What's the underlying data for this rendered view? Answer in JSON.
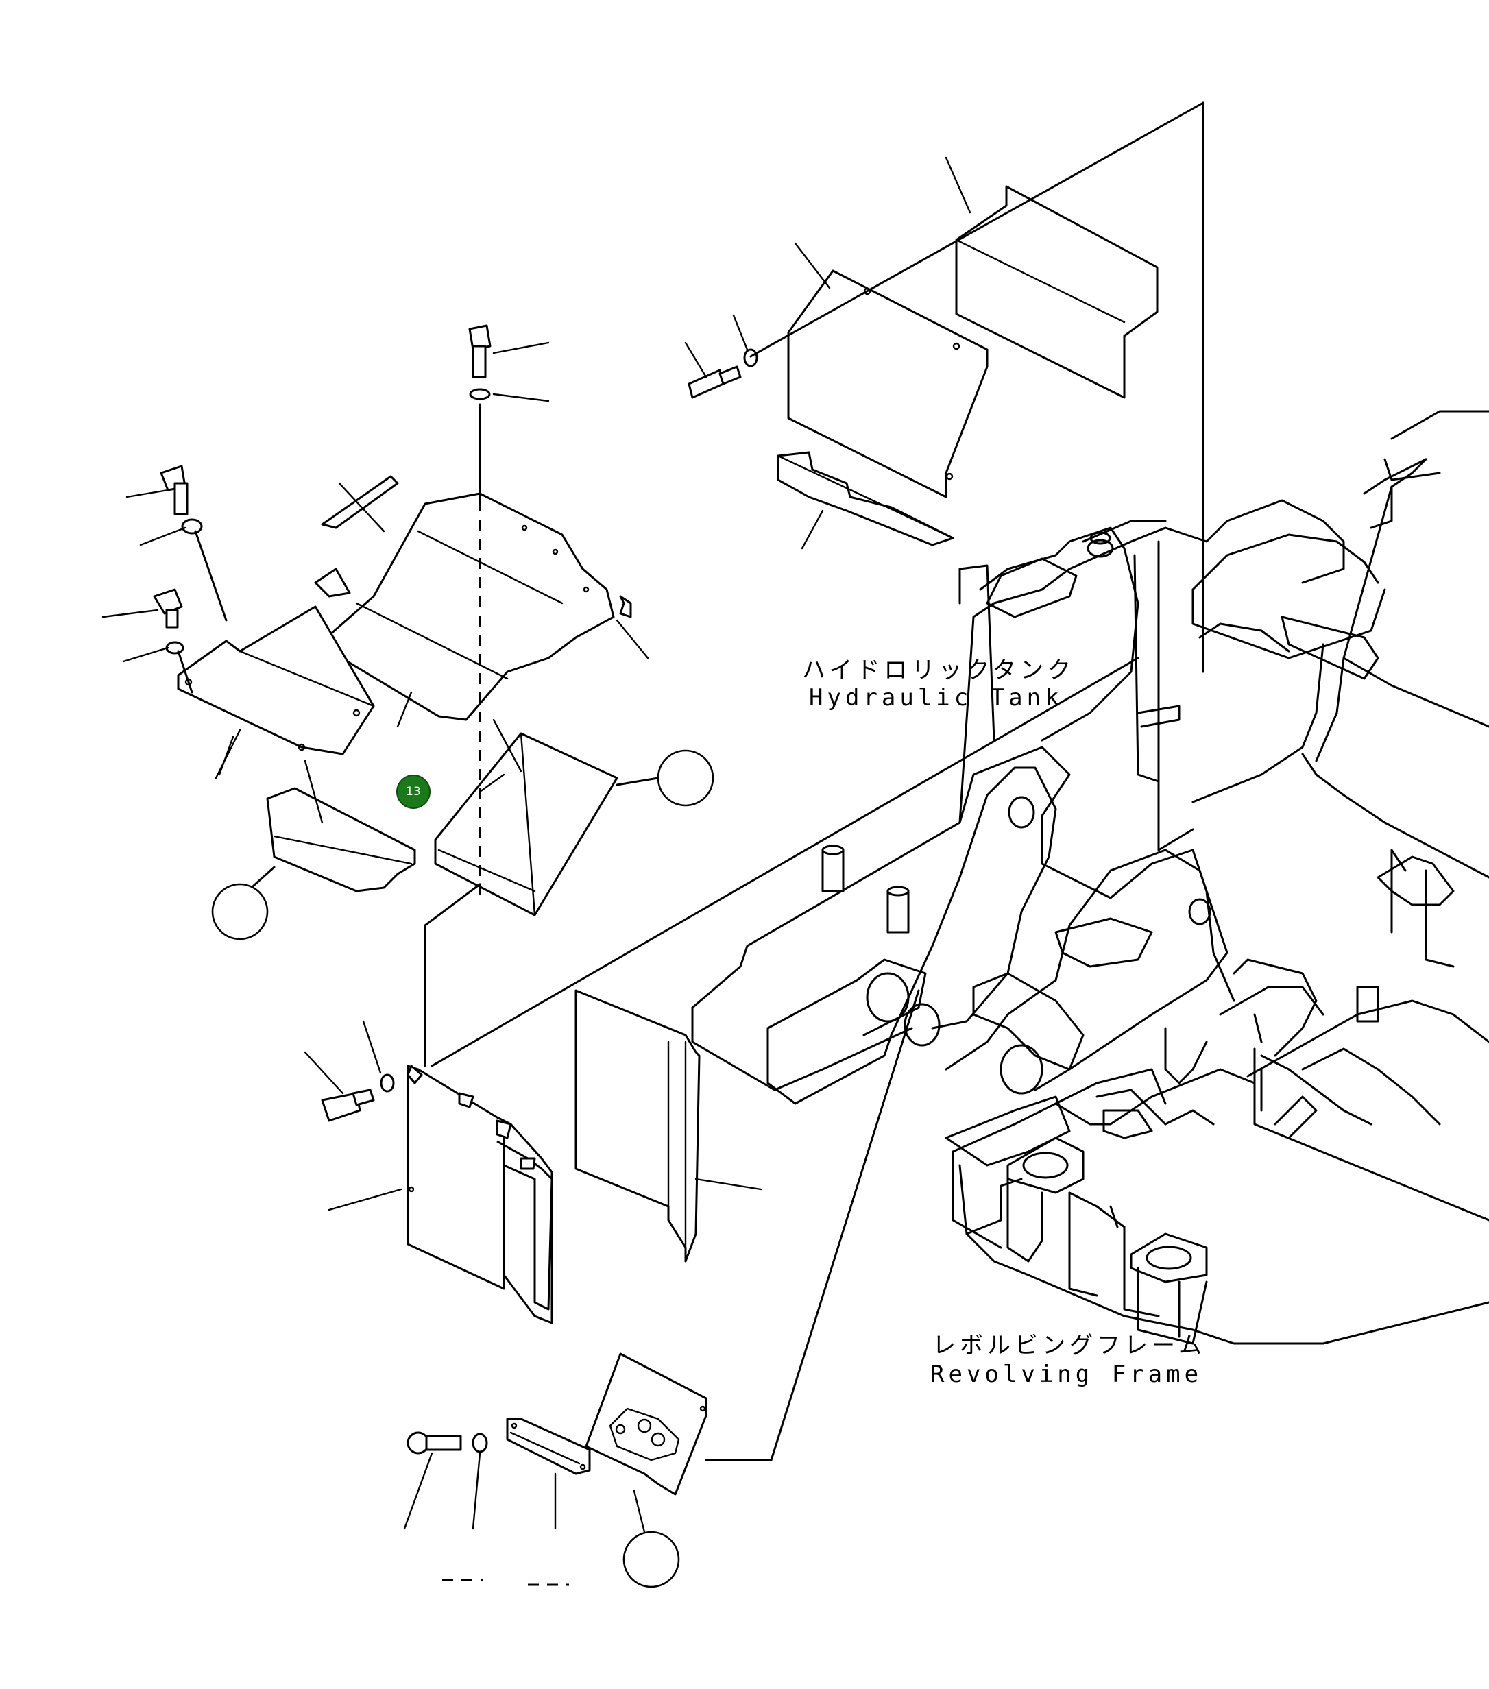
{
  "labels": {
    "hydraulic_tank_jp": "ハイドロリックタンク",
    "hydraulic_tank_en": "Hydraulic Tank",
    "revolving_frame_jp": "レボルビングフレーム",
    "revolving_frame_en": "Revolving Frame"
  },
  "hotspot": {
    "number": "13",
    "color": "#1a7a1a",
    "text_color": "#ffffff"
  },
  "colors": {
    "line": "#000000",
    "background": "#ffffff"
  }
}
